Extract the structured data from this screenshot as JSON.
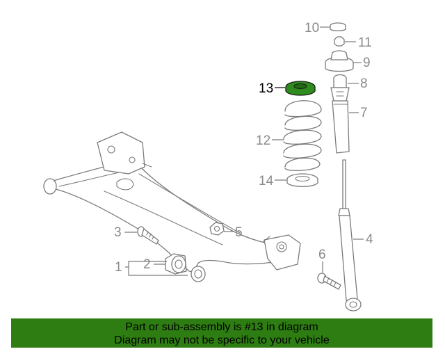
{
  "diagram": {
    "callouts": [
      {
        "number": "1"
      },
      {
        "number": "2"
      },
      {
        "number": "3"
      },
      {
        "number": "4"
      },
      {
        "number": "5"
      },
      {
        "number": "6"
      },
      {
        "number": "7"
      },
      {
        "number": "8"
      },
      {
        "number": "9"
      },
      {
        "number": "10"
      },
      {
        "number": "11"
      },
      {
        "number": "12"
      },
      {
        "number": "13"
      },
      {
        "number": "14"
      }
    ],
    "highlighted_part": "13",
    "highlight_color": "#2e8b1e",
    "line_color": "#7a7a7a"
  },
  "banner": {
    "line1": "Part or sub-assembly is #13 in diagram",
    "line2": "Diagram may not be specific to your vehicle",
    "background_color": "#2e7d12"
  }
}
